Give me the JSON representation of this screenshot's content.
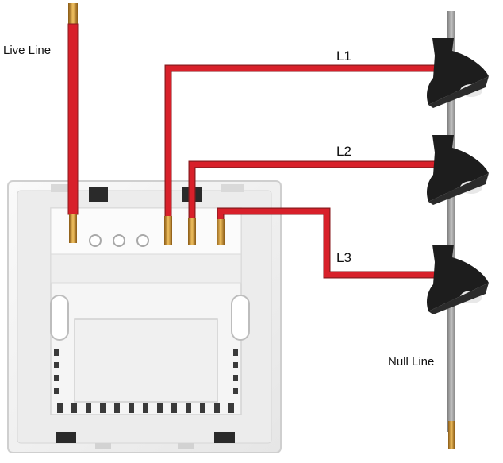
{
  "labels": {
    "live_line": "Live Line",
    "null_line": "Null Line",
    "l1": "L1",
    "l2": "L2",
    "l3": "L3"
  },
  "colors": {
    "wire_red": "#d8202a",
    "wire_outline": "#8a1a1e",
    "copper": "#c98a2a",
    "switch_body": "#f2f2f2",
    "switch_shadow": "#dcdcdc",
    "lamp": "#1d1d1d",
    "null_rod": "#9a9a9a"
  }
}
